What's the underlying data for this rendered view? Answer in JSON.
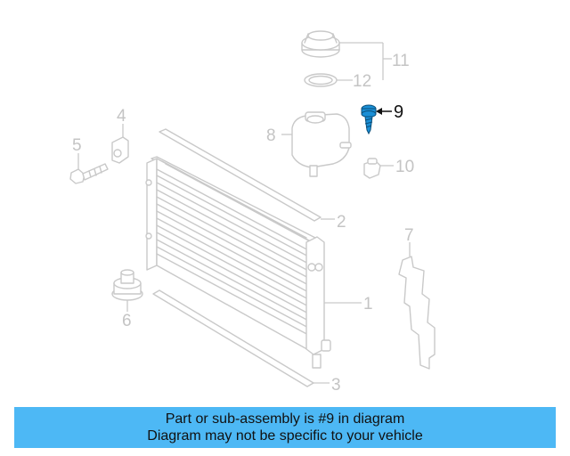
{
  "callouts": {
    "c1": "1",
    "c2": "2",
    "c3": "3",
    "c4": "4",
    "c5": "5",
    "c6": "6",
    "c7": "7",
    "c8": "8",
    "c9": "9",
    "c10": "10",
    "c11": "11",
    "c12": "12"
  },
  "highlighted_part": "9",
  "colors": {
    "highlight": "#1a8fd6",
    "banner": "#4db8f5",
    "inactive": "#c9c9c9"
  },
  "banner": {
    "line1": "Part or sub-assembly is #9 in diagram",
    "line2": "Diagram may not be specific to your vehicle"
  }
}
